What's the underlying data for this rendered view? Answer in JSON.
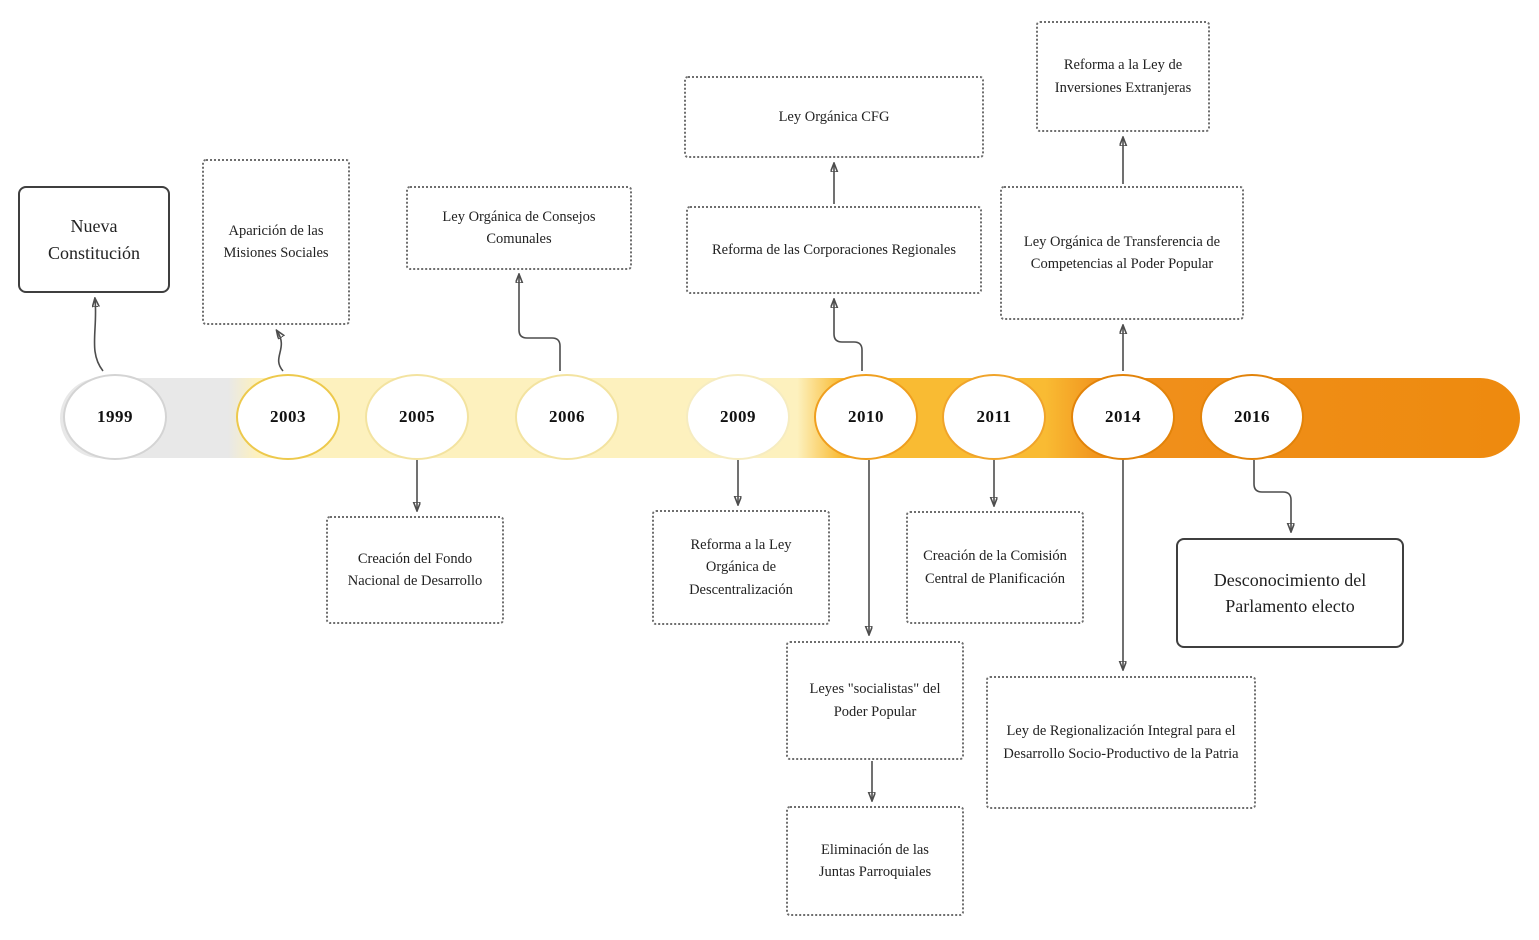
{
  "diagram": {
    "years": [
      {
        "label": "1999"
      },
      {
        "label": "2003"
      },
      {
        "label": "2005"
      },
      {
        "label": "2006"
      },
      {
        "label": "2009"
      },
      {
        "label": "2010"
      },
      {
        "label": "2011"
      },
      {
        "label": "2014"
      },
      {
        "label": "2016"
      }
    ],
    "events": {
      "nueva_constitucion": "Nueva Constitución",
      "misiones_sociales": "Aparición de las Misiones Sociales",
      "consejos_comunales": "Ley Orgánica de Consejos Comunales",
      "ley_cfg": "Ley Orgánica CFG",
      "corporaciones_regionales": "Reforma de las Corporaciones Regionales",
      "transferencia_competencias": "Ley Orgánica de Transferencia de Competencias al Poder Popular",
      "inversiones_extranjeras": "Reforma a la Ley de Inversiones Extranjeras",
      "fondo_nacional": "Creación del Fondo Nacional de Desarrollo",
      "descentralizacion": "Reforma a la Ley Orgánica de Descentralización",
      "comision_planificacion": "Creación de la Comisión Central de Planificación",
      "leyes_socialistas": "Leyes \"socialistas\" del Poder Popular",
      "juntas_parroquiales": "Eliminación de las Juntas Parroquiales",
      "regionalizacion": "Ley de Regionalización Integral para el Desarrollo Socio-Productivo de la Patria",
      "parlamento_electo": "Desconocimiento del Parlamento electo"
    },
    "colors": {
      "segment_gray": "#e8e8e8",
      "segment_pale_yellow": "#fdf1be",
      "segment_amber": "#f9bb33",
      "segment_orange": "#ee8a0e",
      "arrow": "#4d4d4d",
      "dotted_box_border": "#6e6e6e",
      "solid_box_border": "#3f3f3f"
    }
  }
}
